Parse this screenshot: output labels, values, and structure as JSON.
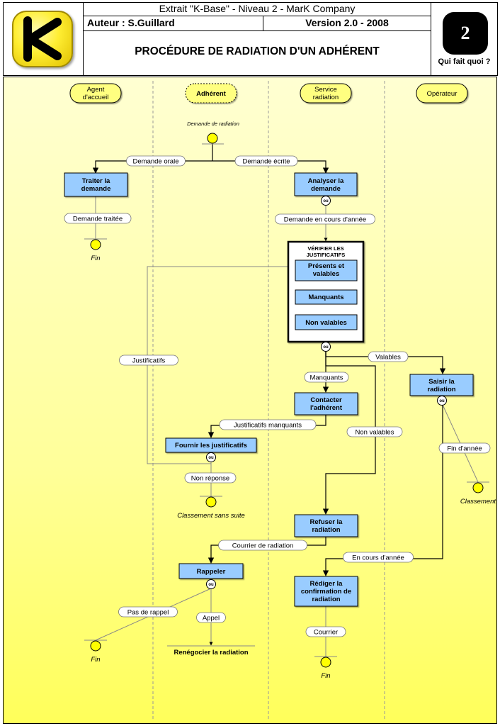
{
  "header": {
    "extract": "Extrait \"K-Base\" - Niveau 2 - MarK Company",
    "author": "Auteur :  S.Guillard",
    "version": "Version 2.0 - 2008",
    "title": "PROCÉDURE DE RADIATION D'UN ADHÉRENT",
    "badge": "2",
    "badge_caption": "Qui fait quoi ?"
  },
  "colors": {
    "lane_fill": "#ffff80",
    "box_fill": "#99ccff",
    "event_fill": "#ffff00",
    "background_top": "#ffffd2",
    "background_bottom": "#ffff5a"
  },
  "lanes": [
    {
      "id": "agent",
      "label1": "Agent",
      "label2": "d'accueil",
      "active": false
    },
    {
      "id": "adherent",
      "label1": "Adhérent",
      "label2": "",
      "active": true
    },
    {
      "id": "service",
      "label1": "Service",
      "label2": "radiation",
      "active": false
    },
    {
      "id": "operateur",
      "label1": "Opérateur",
      "label2": "",
      "active": false
    }
  ],
  "boxes": {
    "traiter": [
      "Traiter la",
      "demande"
    ],
    "analyser": [
      "Analyser la",
      "demande"
    ],
    "verifier_title": [
      "VÉRIFIER LES",
      "JUSTIFICATIFS"
    ],
    "presents": [
      "Présents et",
      "valables"
    ],
    "manquants_box": [
      "Manquants"
    ],
    "nonvalables_box": [
      "Non valables"
    ],
    "saisir": [
      "Saisir la",
      "radiation"
    ],
    "contacter": [
      "Contacter",
      "l'adhérent"
    ],
    "fournir": [
      "Fournir les justificatifs"
    ],
    "refuser": [
      "Refuser la",
      "radiation"
    ],
    "rappeler": [
      "Rappeler"
    ],
    "rediger": [
      "Rédiger la",
      "confirmation de",
      "radiation"
    ]
  },
  "labels": {
    "demande_orale": "Demande orale",
    "demande_ecrite": "Demande écrite",
    "demande_traitee": "Demande traitée",
    "demande_cours": "Demande en cours d'année",
    "justificatifs": "Justificatifs",
    "valables": "Valables",
    "manquants": "Manquants",
    "justificatifs_manquants": "Justificatifs manquants",
    "non_valables": "Non valables",
    "fin_annee": "Fin d'année",
    "non_reponse": "Non réponse",
    "courrier_radiation": "Courrier de radiation",
    "en_cours_annee": "En cours d'année",
    "pas_de_rappel": "Pas de rappel",
    "appel": "Appel",
    "courrier": "Courrier"
  },
  "events": {
    "demande_radiation": "Demande de radiation",
    "fin1": "Fin",
    "classement_sans_suite": "Classement sans suite",
    "classement": "Classement",
    "fin2": "Fin",
    "fin3": "Fin",
    "renegocier": "Renégocier la radiation"
  },
  "ou": "ou"
}
